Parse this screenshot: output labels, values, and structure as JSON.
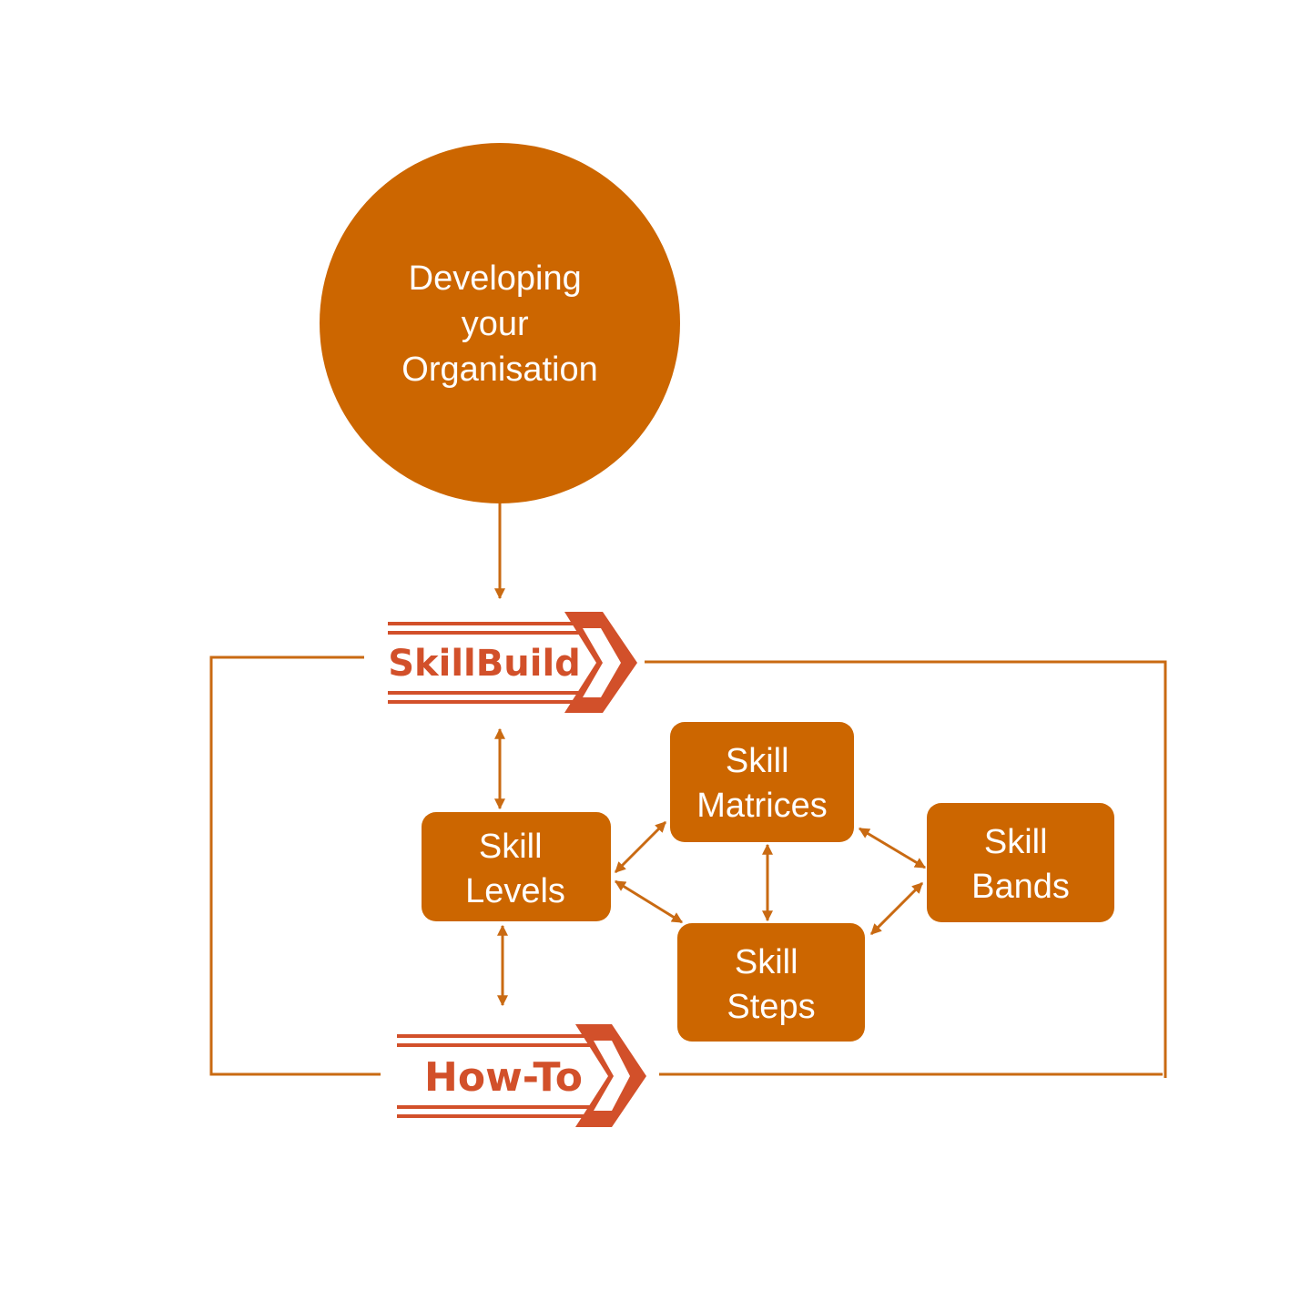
{
  "colors": {
    "node_fill": "#cc6600",
    "connector": "#c96a12",
    "logo_red": "#d2502a",
    "text": "#ffffff"
  },
  "circle": {
    "lines": [
      "Developing",
      "your",
      "Organisation"
    ]
  },
  "logos": {
    "skillbuild": "SkillBuild",
    "howto": "How-To"
  },
  "nodes": {
    "skill_matrices": [
      "Skill",
      "Matrices"
    ],
    "skill_levels": [
      "Skill",
      "Levels"
    ],
    "skill_bands": [
      "Skill",
      "Bands"
    ],
    "skill_steps": [
      "Skill",
      "Steps"
    ]
  }
}
